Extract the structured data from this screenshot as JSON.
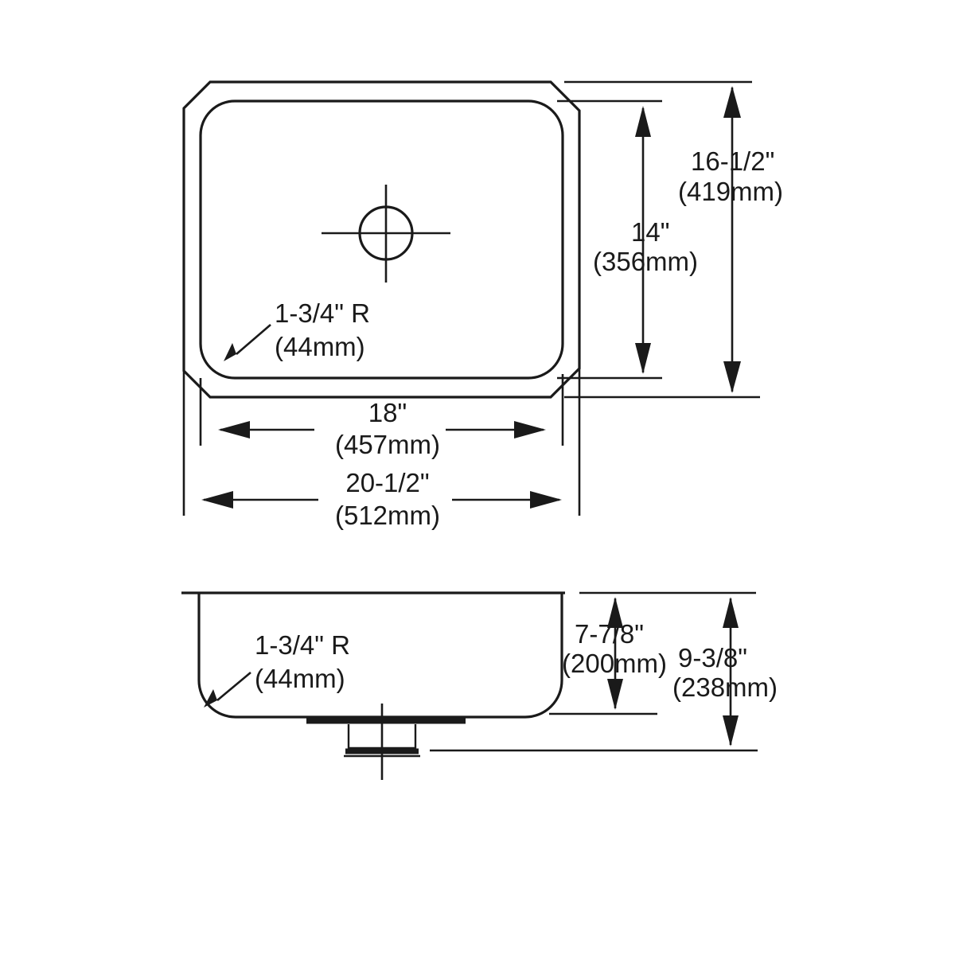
{
  "drawing": {
    "title": "Sink specification drawing",
    "line_color": "#1a1a1a",
    "background_color": "#ffffff",
    "views": [
      {
        "name": "top-view",
        "label": ""
      },
      {
        "name": "section-view",
        "label": ""
      }
    ]
  },
  "top_view": {
    "width_overall": {
      "inches": "20-1/2\"",
      "mm": "(512mm)"
    },
    "width_basin": {
      "inches": "18\"",
      "mm": "(457mm)"
    },
    "height_overall": {
      "inches": "16-1/2\"",
      "mm": "(419mm)"
    },
    "height_basin": {
      "inches": "14\"",
      "mm": "(356mm)"
    },
    "corner_radius": {
      "inches": "1-3/4\" R",
      "mm": "(44mm)"
    }
  },
  "section_view": {
    "corner_radius": {
      "inches": "1-3/4\" R",
      "mm": "(44mm)"
    },
    "depth_basin": {
      "inches": "7-7/8\"",
      "mm": "(200mm)"
    },
    "depth_overall": {
      "inches": "9-3/8\"",
      "mm": "(238mm)"
    }
  }
}
